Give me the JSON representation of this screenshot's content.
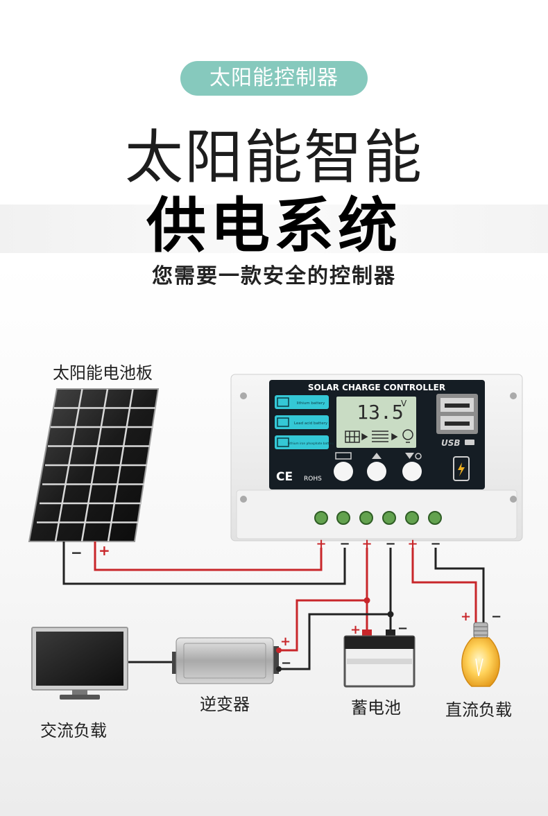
{
  "header": {
    "pill": "太阳能控制器",
    "title_line1": "太阳能智能",
    "title_line2": "供电系统",
    "subtitle": "您需要一款安全的控制器"
  },
  "labels": {
    "solar_panel": "太阳能电池板",
    "inverter": "逆变器",
    "battery": "蓄电池",
    "dc_load": "直流负载",
    "ac_load": "交流负载"
  },
  "controller": {
    "title": "SOLAR CHARGE CONTROLLER",
    "lcd_value": "13.5",
    "lcd_unit": "V",
    "battery_types": [
      "lithium battery",
      "Lead acid battery",
      "Lithium iron phosphate battery"
    ],
    "usb_label": "USB",
    "ce_mark": "CE",
    "rohs_mark": "ROHS"
  },
  "terminals": [
    "+",
    "−",
    "+",
    "−",
    "+",
    "−"
  ],
  "polarity": {
    "plus": "+",
    "minus": "−"
  },
  "colors": {
    "pill": "#86c9bd",
    "wire_positive": "#c8262a",
    "wire_negative": "#222222",
    "lcd": "#c9dcc4",
    "controller_face": "#151d24",
    "battery_type_chip": "#34c8d6",
    "terminal": "#63a24f",
    "bulb": "#f4b73a"
  }
}
